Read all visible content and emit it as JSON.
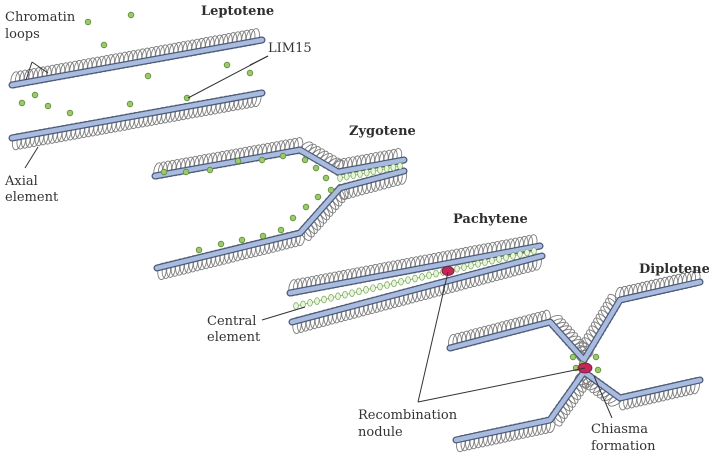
{
  "stages": {
    "leptotene": "Leptotene",
    "zygotene": "Zygotene",
    "pachytene": "Pachytene",
    "diplotene": "Diplotene"
  },
  "labels": {
    "chromatin_loops_1": "Chromatin",
    "chromatin_loops_2": "loops",
    "lim15": "LIM15",
    "axial_element_1": "Axial",
    "axial_element_2": "element",
    "central_element_1": "Central",
    "central_element_2": "element",
    "recombination_nodule_1": "Recombination",
    "recombination_nodule_2": "nodule",
    "chiasma_formation_1": "Chiasma",
    "chiasma_formation_2": "formation"
  },
  "colors": {
    "axial_element": "#a9bcdf",
    "chromatin_loops": "#7d7d7d",
    "lim15_dots": "#9bc96b",
    "recombination_nodule": "#c2285a"
  }
}
